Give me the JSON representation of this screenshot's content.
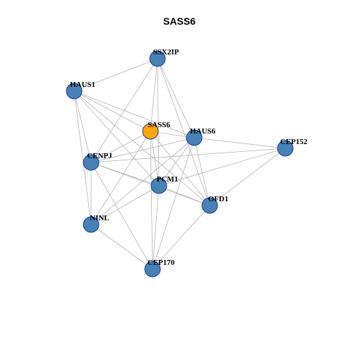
{
  "title": "SASS6",
  "colors": {
    "default_node": "#4682b4",
    "highlight_node": "#ffa500",
    "node_border": "#1a3aa8",
    "edge": "#b3b3b3"
  },
  "nodes": [
    {
      "id": "SSX2IP",
      "label": "SSX2IP",
      "highlight": false
    },
    {
      "id": "HAUS1",
      "label": "HAUS1",
      "highlight": false
    },
    {
      "id": "SASS6",
      "label": "SASS6",
      "highlight": true
    },
    {
      "id": "HAUS6",
      "label": "HAUS6",
      "highlight": false
    },
    {
      "id": "CEP152",
      "label": "CEP152",
      "highlight": false
    },
    {
      "id": "CENPJ",
      "label": "CENPJ",
      "highlight": false
    },
    {
      "id": "PCM1",
      "label": "PCM1",
      "highlight": false
    },
    {
      "id": "OFD1",
      "label": "OFD1",
      "highlight": false
    },
    {
      "id": "NINL",
      "label": "NINL",
      "highlight": false
    },
    {
      "id": "CEP170",
      "label": "CEP170",
      "highlight": false
    }
  ],
  "edges": [
    [
      "SSX2IP",
      "HAUS1"
    ],
    [
      "SSX2IP",
      "SASS6"
    ],
    [
      "SSX2IP",
      "HAUS6"
    ],
    [
      "SSX2IP",
      "CENPJ"
    ],
    [
      "SSX2IP",
      "PCM1"
    ],
    [
      "SSX2IP",
      "OFD1"
    ],
    [
      "HAUS1",
      "SASS6"
    ],
    [
      "HAUS1",
      "HAUS6"
    ],
    [
      "HAUS1",
      "CENPJ"
    ],
    [
      "HAUS1",
      "PCM1"
    ],
    [
      "HAUS1",
      "NINL"
    ],
    [
      "HAUS1",
      "OFD1"
    ],
    [
      "SASS6",
      "HAUS6"
    ],
    [
      "SASS6",
      "CENPJ"
    ],
    [
      "SASS6",
      "PCM1"
    ],
    [
      "SASS6",
      "OFD1"
    ],
    [
      "SASS6",
      "NINL"
    ],
    [
      "SASS6",
      "CEP170"
    ],
    [
      "HAUS6",
      "CEP152"
    ],
    [
      "HAUS6",
      "CENPJ"
    ],
    [
      "HAUS6",
      "PCM1"
    ],
    [
      "HAUS6",
      "OFD1"
    ],
    [
      "HAUS6",
      "NINL"
    ],
    [
      "HAUS6",
      "CEP170"
    ],
    [
      "CEP152",
      "PCM1"
    ],
    [
      "CEP152",
      "OFD1"
    ],
    [
      "CEP152",
      "CENPJ"
    ],
    [
      "CENPJ",
      "PCM1"
    ],
    [
      "CENPJ",
      "OFD1"
    ],
    [
      "CENPJ",
      "NINL"
    ],
    [
      "CENPJ",
      "CEP170"
    ],
    [
      "PCM1",
      "NINL"
    ],
    [
      "PCM1",
      "CEP170"
    ],
    [
      "PCM1",
      "OFD1"
    ],
    [
      "OFD1",
      "CEP170"
    ],
    [
      "NINL",
      "CEP170"
    ]
  ]
}
